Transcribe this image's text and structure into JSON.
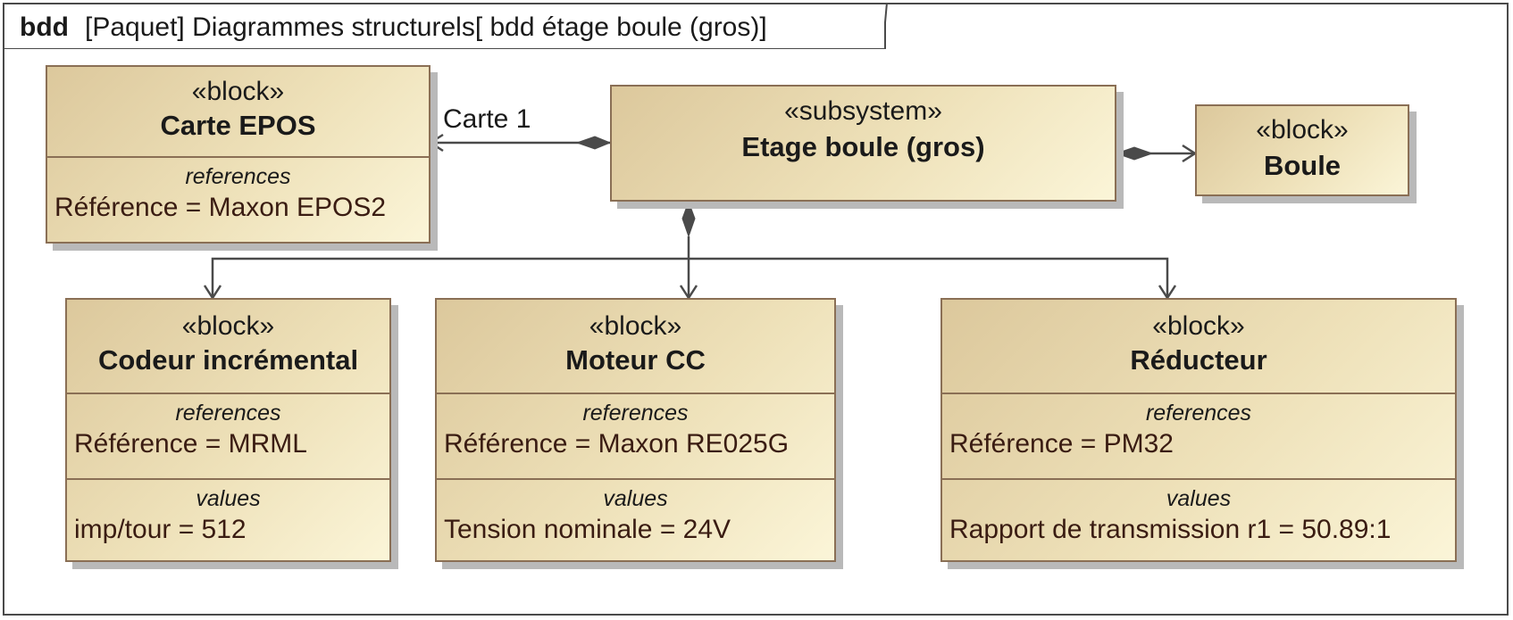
{
  "frame": {
    "kind": "bdd",
    "header": "[Paquet] Diagrammes structurels[ bdd étage boule (gros)]"
  },
  "blocks": {
    "etage": {
      "stereotype": "«subsystem»",
      "name": "Etage boule (gros)"
    },
    "carte": {
      "stereotype": "«block»",
      "name": "Carte EPOS",
      "references_title": "references",
      "reference": "Référence = Maxon EPOS2"
    },
    "boule": {
      "stereotype": "«block»",
      "name": "Boule"
    },
    "codeur": {
      "stereotype": "«block»",
      "name": "Codeur incrémental",
      "references_title": "references",
      "reference": "Référence = MRML",
      "values_title": "values",
      "value": "imp/tour = 512"
    },
    "moteur": {
      "stereotype": "«block»",
      "name": "Moteur CC",
      "references_title": "references",
      "reference": "Référence = Maxon RE025G",
      "values_title": "values",
      "value": "Tension nominale = 24V"
    },
    "reducteur": {
      "stereotype": "«block»",
      "name": "Réducteur",
      "references_title": "references",
      "reference": "Référence = PM32",
      "values_title": "values",
      "value": "Rapport de transmission r1 = 50.89:1"
    }
  },
  "associations": {
    "carte_role": "Carte 1"
  },
  "colors": {
    "border": "#8a6f55",
    "fill_dark": "#dcc89c",
    "fill_light": "#fbf5d8",
    "line": "#4a4a4a"
  }
}
